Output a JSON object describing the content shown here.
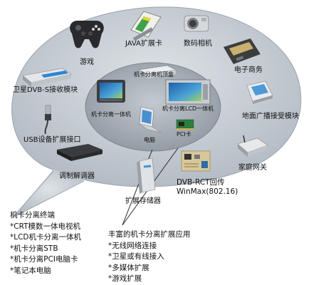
{
  "colors": {
    "outer_ellipse": "#bcc3cb",
    "inner_ellipse": "#9aa2ab",
    "background": "#ffffff"
  },
  "center": {
    "labels": {
      "stb": "机卡分离机顶盒",
      "aio": "机卡分离一体机",
      "lcd": "机卡分离LCD一体机",
      "pc": "电脑",
      "pci": "PCI卡"
    }
  },
  "outer_items": {
    "game": "游戏",
    "java": "JAVA扩展卡",
    "camera": "数码相机",
    "ecommerce": "电子商务",
    "satellite": "卫星DVB-S接收模块",
    "terrestrial": "地面广播接受模块",
    "usb": "USB设备扩展接口",
    "gateway": "家庭网关",
    "modem": "调制解调器",
    "storage": "扩展存储器",
    "dvbrct_line1": "DVB-RCT回传",
    "dvbrct_line2": "WinMax(802.16)"
  },
  "terminals": {
    "title": "机卡分离终端",
    "items": [
      "*CRT模数一体电视机",
      "*LCD机卡分离一体机",
      "*机卡分离STB",
      "*机卡分离PCI电脑卡",
      "*笔记本电脑"
    ]
  },
  "apps": {
    "title": "丰富的机卡分离扩展应用",
    "items": [
      "*无线网络连接",
      "*卫星或有线接入",
      "*多媒体扩展",
      "*游戏扩展"
    ]
  },
  "icons": {
    "game": "gamepad-icon",
    "java": "java-card-icon",
    "camera": "camera-icon",
    "ecommerce": "payment-card-icon",
    "satellite": "satellite-module-icon",
    "terrestrial": "broadcast-module-icon",
    "usb": "usb-icon",
    "gateway": "gateway-icon",
    "modem": "modem-icon",
    "storage": "storage-icon",
    "dvbrct": "circuit-board-icon",
    "stb": "set-top-box-icon",
    "aio": "crt-tv-icon",
    "lcd": "lcd-tv-icon",
    "pc": "laptop-icon",
    "pci": "pci-card-icon"
  }
}
